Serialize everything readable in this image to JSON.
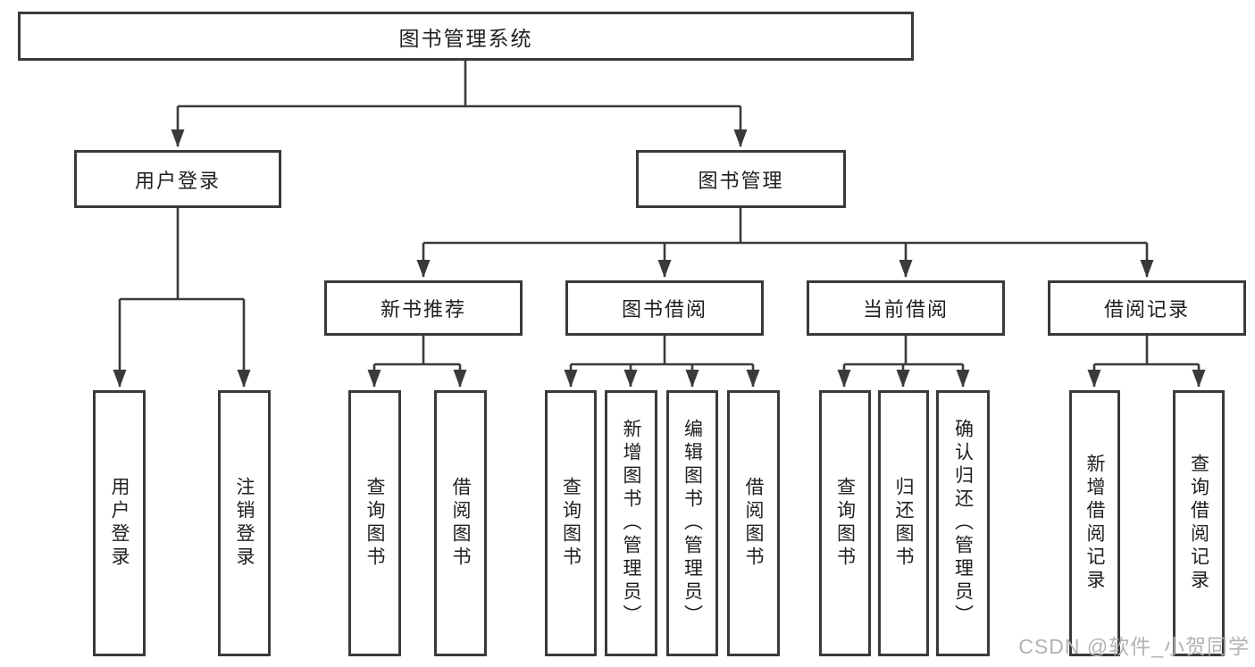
{
  "colors": {
    "line": "#3a3a3a",
    "text": "#1f1f1f",
    "watermark": "#b3b3b3",
    "background": "#ffffff"
  },
  "watermark": {
    "text": "CSDN @软件_小贺同学"
  },
  "tree": {
    "root": "图书管理系统",
    "branches": [
      {
        "label": "用户登录",
        "children": [
          {
            "label": "用户登录"
          },
          {
            "label": "注销登录"
          }
        ]
      },
      {
        "label": "图书管理",
        "children": [
          {
            "label": "新书推荐",
            "children": [
              {
                "label": "查询图书"
              },
              {
                "label": "借阅图书"
              }
            ]
          },
          {
            "label": "图书借阅",
            "children": [
              {
                "label": "查询图书"
              },
              {
                "label": "新增图书（管理员）"
              },
              {
                "label": "编辑图书（管理员）"
              },
              {
                "label": "借阅图书"
              }
            ]
          },
          {
            "label": "当前借阅",
            "children": [
              {
                "label": "查询图书"
              },
              {
                "label": "归还图书"
              },
              {
                "label": "确认归还（管理员）"
              }
            ]
          },
          {
            "label": "借阅记录",
            "children": [
              {
                "label": "新增借阅记录"
              },
              {
                "label": "查询借阅记录"
              }
            ]
          }
        ]
      }
    ]
  }
}
